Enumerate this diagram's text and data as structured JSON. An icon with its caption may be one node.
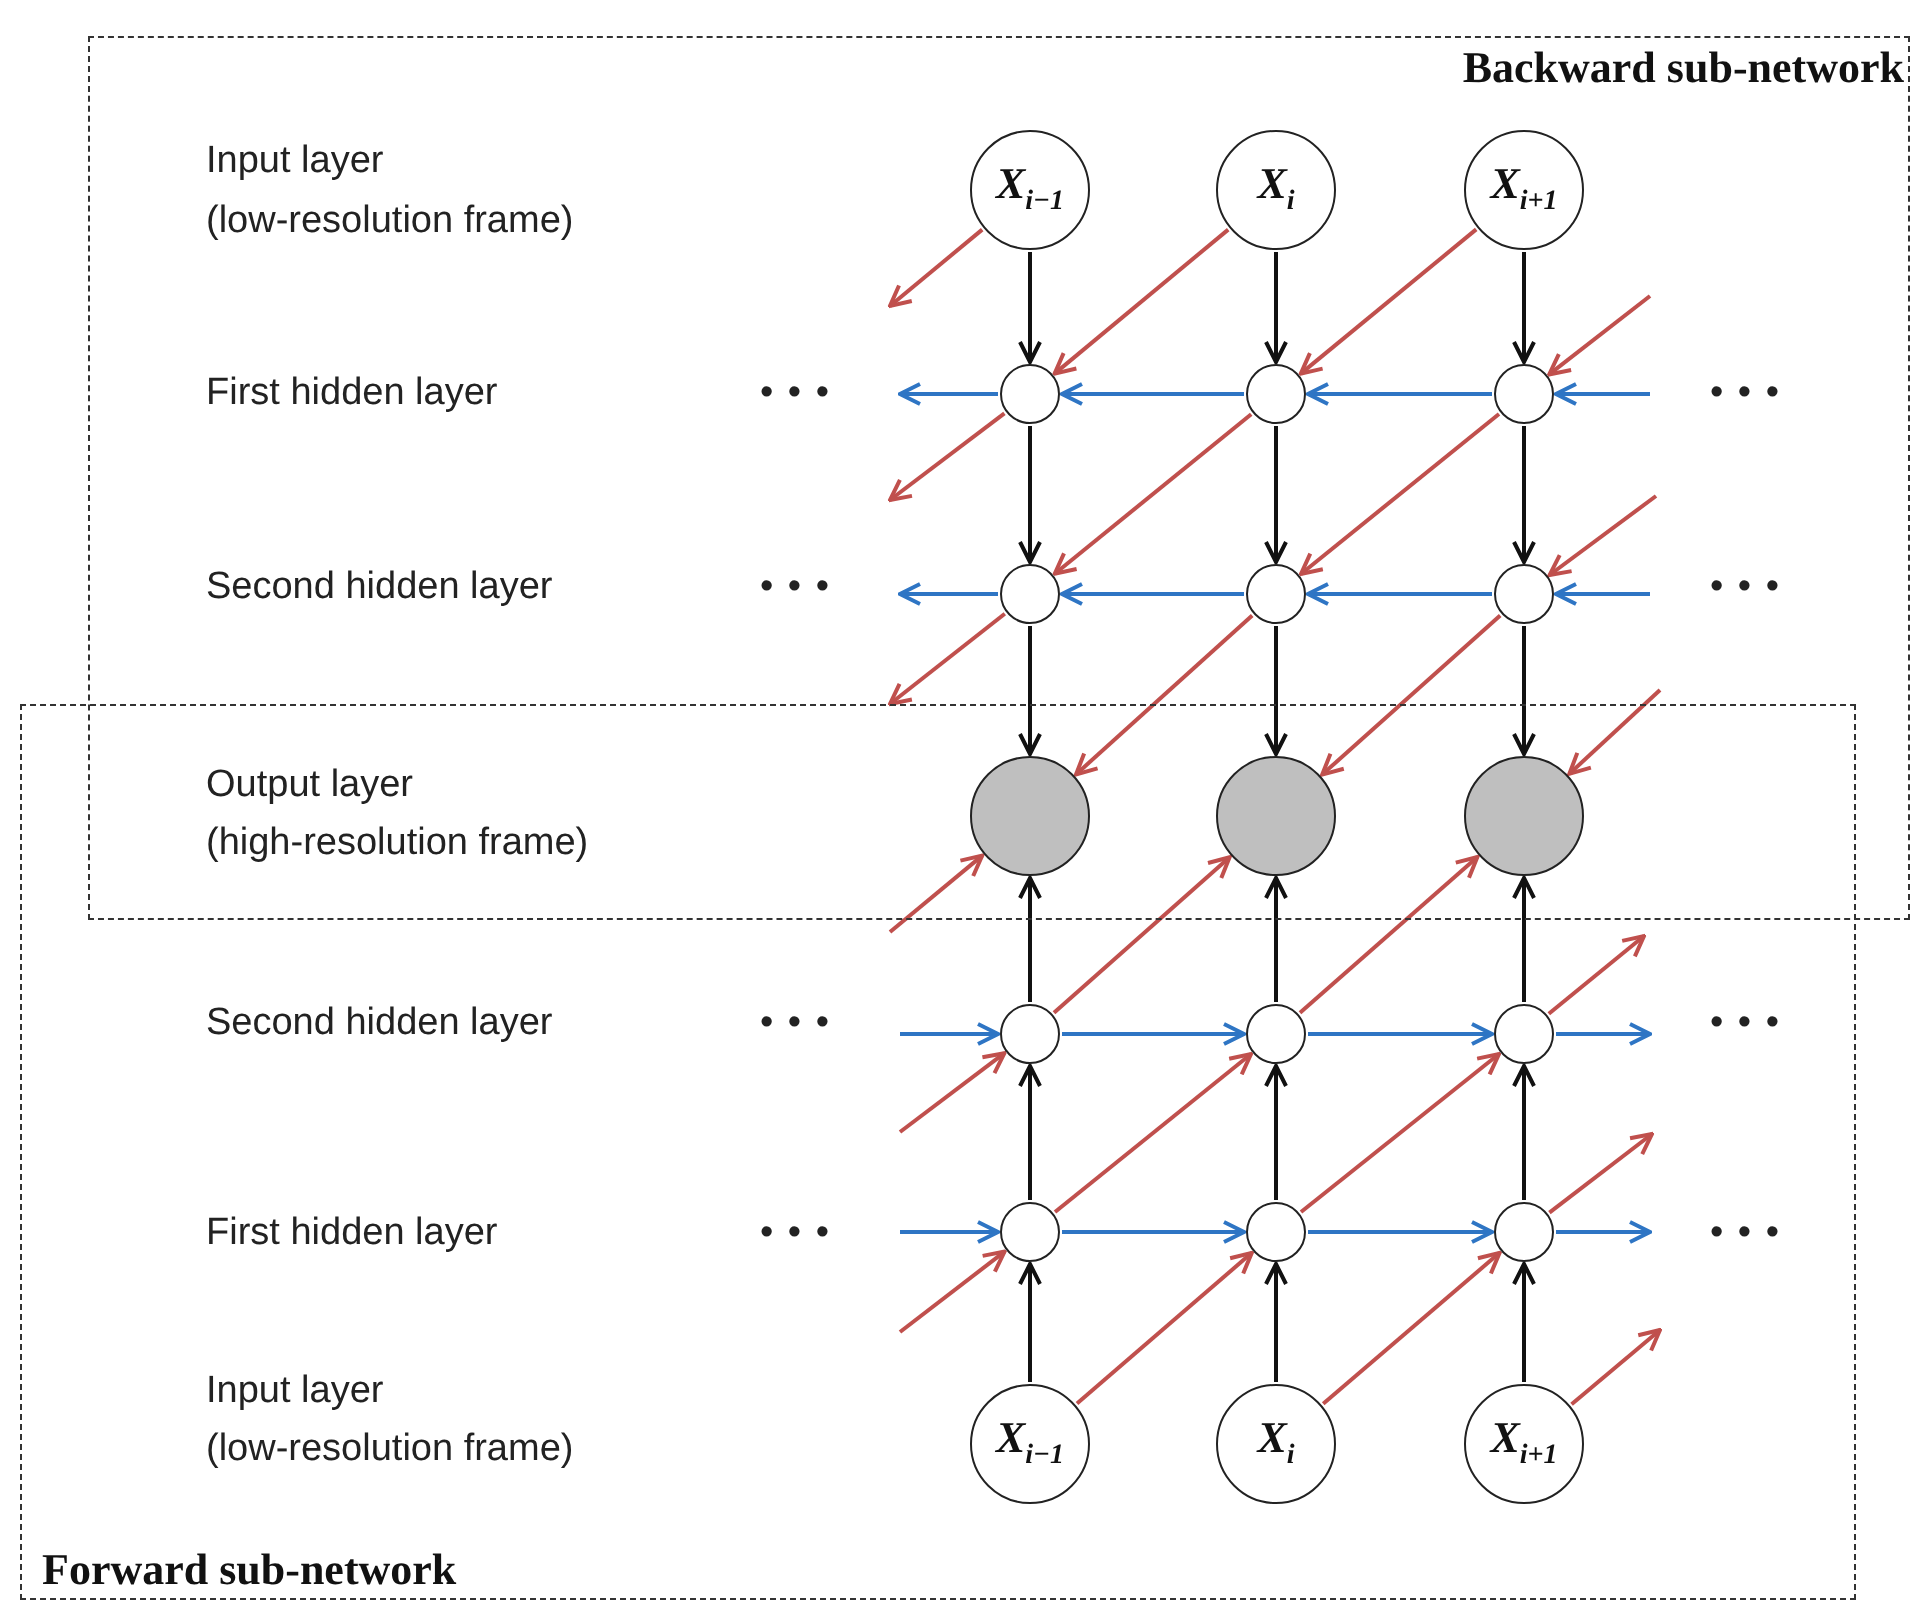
{
  "diagram": {
    "nodes": [
      {
        "text": [
          "Backward sub-network"
        ]
      },
      {
        "text": [
          "Forward sub-network"
        ]
      },
      {
        "text": [
          "X$_{i−1}$"
        ],
        "in": 0
      },
      {
        "text": [
          "X$_{i}$"
        ],
        "in": 0
      },
      {
        "text": [
          "X$_{i+1}$"
        ],
        "in": 0
      },
      {
        "text": [],
        "shape": "circle",
        "in": 0
      },
      {
        "text": [],
        "shape": "circle",
        "in": 0
      },
      {
        "text": [],
        "shape": "circle",
        "in": 0
      },
      {
        "text": [],
        "shape": "circle",
        "in": 0
      },
      {
        "text": [],
        "shape": "circle",
        "in": 0
      },
      {
        "text": [],
        "shape": "circle",
        "in": 0
      },
      {
        "text": [],
        "shape": "circle"
      },
      {
        "text": [],
        "shape": "circle"
      },
      {
        "text": [],
        "shape": "circle"
      },
      {
        "text": [],
        "shape": "circle",
        "in": 1
      },
      {
        "text": [],
        "shape": "circle",
        "in": 1
      },
      {
        "text": [],
        "shape": "circle",
        "in": 1
      },
      {
        "text": [],
        "shape": "circle",
        "in": 1
      },
      {
        "text": [],
        "shape": "circle",
        "in": 1
      },
      {
        "text": [],
        "shape": "circle",
        "in": 1
      },
      {
        "text": [
          "X$_{i−1}$"
        ],
        "in": 1
      },
      {
        "text": [
          "X$_{i}$"
        ],
        "in": 1
      },
      {
        "text": [
          "X$_{i+1}$"
        ],
        "in": 1
      }
    ],
    "edges": [
      {
        "from": 2,
        "to": 5,
        "arrow": "to",
        "color": "#111111"
      },
      {
        "from": 3,
        "to": 6,
        "arrow": "to",
        "color": "#111111"
      },
      {
        "from": 4,
        "to": 7,
        "arrow": "to",
        "color": "#111111"
      },
      {
        "from": 5,
        "to": 8,
        "arrow": "to",
        "color": "#111111"
      },
      {
        "from": 6,
        "to": 9,
        "arrow": "to",
        "color": "#111111"
      },
      {
        "from": 7,
        "to": 10,
        "arrow": "to",
        "color": "#111111"
      },
      {
        "from": 8,
        "to": 11,
        "arrow": "to",
        "color": "#111111"
      },
      {
        "from": 9,
        "to": 12,
        "arrow": "to",
        "color": "#111111"
      },
      {
        "from": 10,
        "to": 13,
        "arrow": "to",
        "color": "#111111"
      },
      {
        "from": 20,
        "to": 17,
        "arrow": "to",
        "color": "#111111"
      },
      {
        "from": 21,
        "to": 18,
        "arrow": "to",
        "color": "#111111"
      },
      {
        "from": 22,
        "to": 19,
        "arrow": "to",
        "color": "#111111"
      },
      {
        "from": 17,
        "to": 14,
        "arrow": "to",
        "color": "#111111"
      },
      {
        "from": 18,
        "to": 15,
        "arrow": "to",
        "color": "#111111"
      },
      {
        "from": 19,
        "to": 16,
        "arrow": "to",
        "color": "#111111"
      },
      {
        "from": 14,
        "to": 11,
        "arrow": "to",
        "color": "#111111"
      },
      {
        "from": 15,
        "to": 12,
        "arrow": "to",
        "color": "#111111"
      },
      {
        "from": 16,
        "to": 13,
        "arrow": "to",
        "color": "#111111"
      },
      {
        "from": null,
        "to": 7,
        "arrow": "to",
        "color": "#2e75c4"
      },
      {
        "from": 7,
        "to": 6,
        "arrow": "to",
        "color": "#2e75c4"
      },
      {
        "from": 6,
        "to": 5,
        "arrow": "to",
        "color": "#2e75c4"
      },
      {
        "from": 5,
        "to": null,
        "arrow": "to",
        "color": "#2e75c4"
      },
      {
        "from": null,
        "to": 10,
        "arrow": "to",
        "color": "#2e75c4"
      },
      {
        "from": 10,
        "to": 9,
        "arrow": "to",
        "color": "#2e75c4"
      },
      {
        "from": 9,
        "to": 8,
        "arrow": "to",
        "color": "#2e75c4"
      },
      {
        "from": 8,
        "to": null,
        "arrow": "to",
        "color": "#2e75c4"
      },
      {
        "from": null,
        "to": 17,
        "arrow": "to",
        "color": "#2e75c4"
      },
      {
        "from": 17,
        "to": 18,
        "arrow": "to",
        "color": "#2e75c4"
      },
      {
        "from": 18,
        "to": 19,
        "arrow": "to",
        "color": "#2e75c4"
      },
      {
        "from": 19,
        "to": null,
        "arrow": "to",
        "color": "#2e75c4"
      },
      {
        "from": null,
        "to": 14,
        "arrow": "to",
        "color": "#2e75c4"
      },
      {
        "from": 14,
        "to": 15,
        "arrow": "to",
        "color": "#2e75c4"
      },
      {
        "from": 15,
        "to": 16,
        "arrow": "to",
        "color": "#2e75c4"
      },
      {
        "from": 16,
        "to": null,
        "arrow": "to",
        "color": "#2e75c4"
      },
      {
        "from": 2,
        "to": null,
        "arrow": "to",
        "color": "#c0504d"
      },
      {
        "from": 3,
        "to": 5,
        "arrow": "to",
        "color": "#c0504d"
      },
      {
        "from": 4,
        "to": 6,
        "arrow": "to",
        "color": "#c0504d"
      },
      {
        "from": null,
        "to": 7,
        "arrow": "to",
        "color": "#c0504d"
      },
      {
        "from": 5,
        "to": null,
        "arrow": "to",
        "color": "#c0504d"
      },
      {
        "from": 6,
        "to": 8,
        "arrow": "to",
        "color": "#c0504d"
      },
      {
        "from": 7,
        "to": 9,
        "arrow": "to",
        "color": "#c0504d"
      },
      {
        "from": null,
        "to": 10,
        "arrow": "to",
        "color": "#c0504d"
      },
      {
        "from": 8,
        "to": 1,
        "arrow": "to",
        "color": "#c0504d"
      },
      {
        "from": 9,
        "to": 11,
        "arrow": "to",
        "color": "#c0504d"
      },
      {
        "from": 10,
        "to": 12,
        "arrow": "to",
        "color": "#c0504d"
      },
      {
        "from": 1,
        "to": 13,
        "arrow": "to",
        "color": "#c0504d"
      },
      {
        "from": 20,
        "to": 18,
        "arrow": "to",
        "color": "#c0504d"
      },
      {
        "from": 21,
        "to": 19,
        "arrow": "to",
        "color": "#c0504d"
      },
      {
        "from": 22,
        "to": null,
        "arrow": "to",
        "color": "#c0504d"
      },
      {
        "from": null,
        "to": 17,
        "arrow": "to",
        "color": "#c0504d"
      },
      {
        "from": 17,
        "to": 15,
        "arrow": "to",
        "color": "#c0504d"
      },
      {
        "from": 18,
        "to": 16,
        "arrow": "to",
        "color": "#c0504d"
      },
      {
        "from": 19,
        "to": null,
        "arrow": "to",
        "color": "#c0504d"
      },
      {
        "from": null,
        "to": 14,
        "arrow": "to",
        "color": "#c0504d"
      },
      {
        "from": 14,
        "to": 12,
        "arrow": "to",
        "color": "#c0504d"
      },
      {
        "from": 15,
        "to": 13,
        "arrow": "to",
        "color": "#c0504d"
      },
      {
        "from": 16,
        "to": 0,
        "arrow": "to",
        "color": "#c0504d"
      },
      {
        "from": 0,
        "to": 11,
        "arrow": "to",
        "color": "#c0504d"
      }
    ],
    "labels": [
      "Input layer",
      "(low-resolution frame)",
      "First hidden layer",
      "• • •",
      "• • •",
      "Second hidden layer",
      "• • •",
      "• • •",
      "Output layer",
      "(high-resolution frame)",
      "Second hidden layer",
      "• • •",
      "• • •",
      "First hidden layer",
      "• • •",
      "• • •",
      "Input layer",
      "(low-resolution frame)"
    ]
  }
}
